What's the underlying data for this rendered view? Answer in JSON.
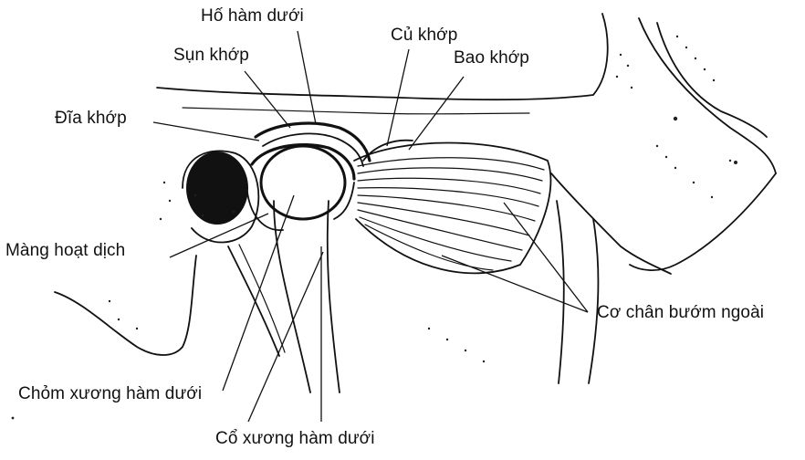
{
  "labels": {
    "mandibular_fossa": "Hố hàm dưới",
    "articular_cartilage": "Sụn khớp",
    "articular_tubercle": "Củ khớp",
    "joint_capsule": "Bao khớp",
    "articular_disc": "Đĩa khớp",
    "synovial_membrane": "Màng hoạt dịch",
    "lateral_pterygoid": "Cơ chân bướm ngoài",
    "condyle_head": "Chỏm xương hàm dưới",
    "condyle_neck": "Cổ xương hàm dưới"
  },
  "colors": {
    "ink": "#111111",
    "background": "#ffffff"
  }
}
